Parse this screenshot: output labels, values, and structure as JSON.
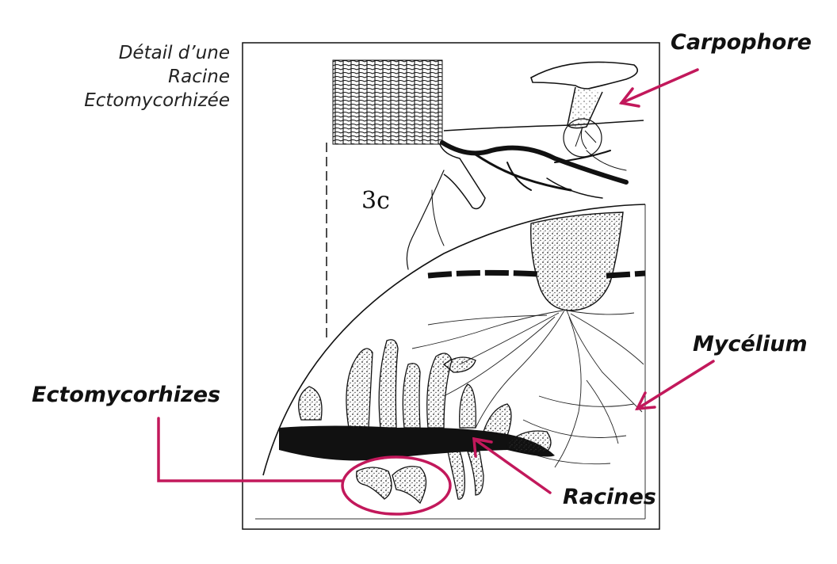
{
  "caption": {
    "line1": "Détail d’une",
    "line2": "Racine",
    "line3": "Ectomycorhizée"
  },
  "labels": {
    "carpophore": "Carpophore",
    "mycelium": "Mycélium",
    "ectomycorhizes": "Ectomycorhizes",
    "racines": "Racines"
  },
  "figure_number": "3c",
  "colors": {
    "annotation": "#c2185b",
    "ink": "#111111"
  }
}
